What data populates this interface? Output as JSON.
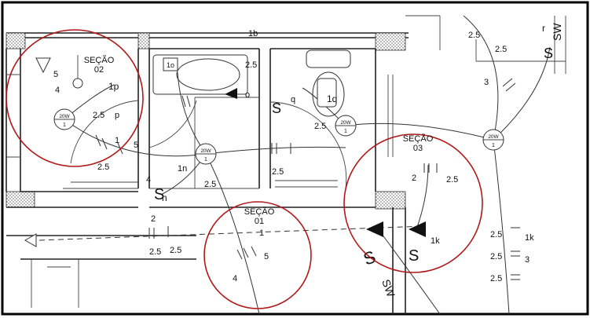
{
  "sections": [
    {
      "title": "SEÇÃO",
      "number": "02"
    },
    {
      "title": "SEÇÃO",
      "number": "01"
    },
    {
      "title": "SEÇÃO",
      "number": "03"
    }
  ],
  "fixtures": {
    "lamp_rating": "20W",
    "lamp_circuit": "1"
  },
  "points": {
    "p": "p",
    "o": "o",
    "q": "q",
    "n": "n",
    "k": "k",
    "r": "r",
    "s": "S"
  },
  "circuit_labels": {
    "a1": "2.5",
    "a2": "2.5",
    "a3": "2.5",
    "a4": "2.5",
    "a5": "2.5",
    "b1": "1",
    "b2": "5",
    "b3": "4",
    "b4": "2",
    "c1": "1b",
    "c2": "1o",
    "c3": "1p",
    "c4": "1q",
    "c5": "1n",
    "c6": "1k",
    "c7": "1k",
    "d1": "3",
    "d2": "5",
    "d3": "4",
    "side_label": "SW"
  },
  "colors": {
    "section_circle": "#b01818",
    "wall": "#222222"
  }
}
